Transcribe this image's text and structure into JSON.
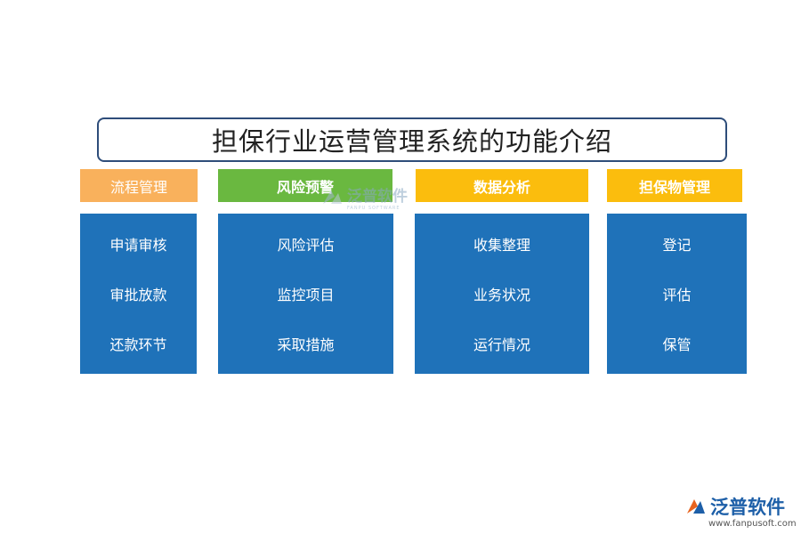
{
  "title": "担保行业运营管理系统的功能介绍",
  "categories": [
    {
      "label": "流程管理",
      "color": "#f9b15c",
      "items": [
        "申请审核",
        "审批放款",
        "还款环节"
      ]
    },
    {
      "label": "风险预警",
      "color": "#6ab840",
      "items": [
        "风险评估",
        "监控项目",
        "采取措施"
      ]
    },
    {
      "label": "数据分析",
      "color": "#fbbd0d",
      "items": [
        "收集整理",
        "业务状况",
        "运行情况"
      ]
    },
    {
      "label": "担保物管理",
      "color": "#fbbd0d",
      "items": [
        "登记",
        "评估",
        "保管"
      ]
    }
  ],
  "watermark": {
    "text": "泛普软件",
    "sub": "FANPU SOFTWARE"
  },
  "brand": {
    "name": "泛普软件",
    "url": "www.fanpusoft.com"
  }
}
